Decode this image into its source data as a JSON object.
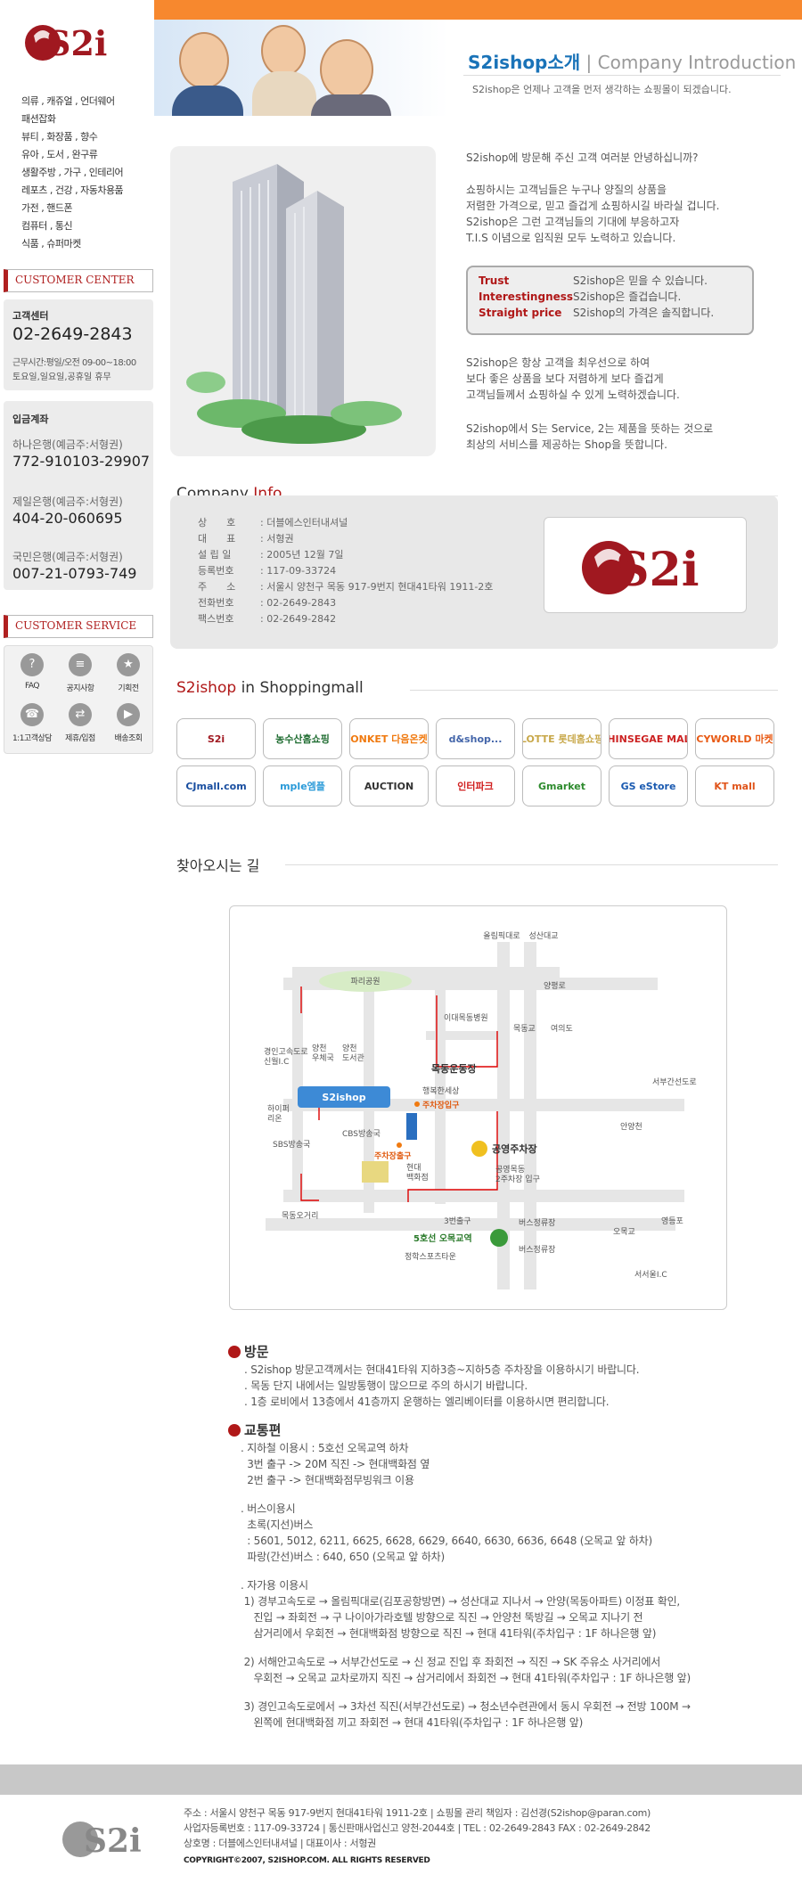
{
  "sidebar": {
    "categories": [
      "의류 , 캐쥬얼 , 언더웨어",
      "패션잡화",
      "뷰티 , 화장품 , 향수",
      "유아 , 도서 , 완구류",
      "생활주방 , 가구 , 인테리어",
      "레포츠 , 건강 , 자동차용품",
      "가전 , 핸드폰",
      "컴퓨터 , 통신",
      "식품 , 슈퍼마켓"
    ],
    "customer_center": {
      "header": "CUSTOMER CENTER",
      "label": "고객센터",
      "phone": "02-2649-2843",
      "hours1": "근무시간:평일/오전 09-00~18:00",
      "hours2": "토요일,일요일,공휴일 휴무"
    },
    "deposit": {
      "label": "입금계좌",
      "banks": [
        {
          "name": "하나은행(예금주:서형권)",
          "account": "772-910103-29907"
        },
        {
          "name": "제일은행(예금주:서형권)",
          "account": "404-20-060695"
        },
        {
          "name": "국민은행(예금주:서형권)",
          "account": "007-21-0793-749"
        }
      ]
    },
    "service": {
      "header": "CUSTOMER SERVICE",
      "items": [
        {
          "label": "FAQ",
          "icon": "question-icon"
        },
        {
          "label": "공지사항",
          "icon": "notice-icon"
        },
        {
          "label": "기획전",
          "icon": "event-icon"
        },
        {
          "label": "1:1고객상담",
          "icon": "consult-icon"
        },
        {
          "label": "제휴/입점",
          "icon": "partnership-icon"
        },
        {
          "label": "배송조회",
          "icon": "delivery-icon"
        }
      ]
    }
  },
  "logo_text": "S2i",
  "page": {
    "title_a": "S2ishop소개",
    "title_sep": " | ",
    "title_b": "Company Introduction",
    "subtitle": "S2ishop은 언제나 고객을 먼저 생각하는 쇼핑몰이 되겠습니다."
  },
  "intro": {
    "greeting": "S2ishop에 방문해 주신 고객 여러분 안녕하십니까?",
    "para1": [
      "쇼핑하시는 고객님들은 누구나 양질의 상품을",
      "저렴한 가격으로, 믿고 즐겁게 쇼핑하시길 바라실 겁니다.",
      "S2ishop은 그런 고객님들의 기대에 부응하고자",
      "T.I.S 이념으로 임직원 모두 노력하고 있습니다."
    ],
    "tis": [
      {
        "k": "Trust",
        "v": "S2ishop은 믿을 수 있습니다."
      },
      {
        "k": "Interestingness",
        "v": "S2ishop은 즐겁습니다."
      },
      {
        "k": "Straight price",
        "v": "S2ishop의 가격은 솔직합니다."
      }
    ],
    "para2": [
      "S2ishop은 항상 고객을 최우선으로 하여",
      "보다 좋은 상품을 보다 저렴하게 보다 즐겁게",
      "고객님들께서 쇼핑하실 수 있게 노력하겠습니다."
    ],
    "para3": [
      "S2ishop에서 S는 Service, 2는 제품을 뜻하는 것으로",
      "최상의 서비스를 제공하는 Shop을 뜻합니다."
    ]
  },
  "company": {
    "title_a": "Company",
    "title_b": "Info",
    "rows": [
      {
        "k": "상　　호",
        "v": "더블에스인터내셔널"
      },
      {
        "k": "대　　표",
        "v": "서형권"
      },
      {
        "k": "설 립 일",
        "v": "2005년 12월 7일"
      },
      {
        "k": "등록번호",
        "v": "117-09-33724"
      },
      {
        "k": "주　　소",
        "v": "서울시 양천구 목동 917-9번지 현대41타워 1911-2호"
      },
      {
        "k": "전화번호",
        "v": "02-2649-2843"
      },
      {
        "k": "팩스번호",
        "v": "02-2649-2842"
      }
    ]
  },
  "mall_section": {
    "title_a": "S2ishop",
    "title_b": "in",
    "title_c": "Shoppingmall"
  },
  "malls": [
    {
      "label": "S2i",
      "color": "#a01820"
    },
    {
      "label": "농수산홈쇼핑",
      "color": "#1d6b2f"
    },
    {
      "label": "ONKET 다음온켓",
      "color": "#f07a10"
    },
    {
      "label": "d&shop...",
      "color": "#4466aa"
    },
    {
      "label": "LOTTE 롯데홈쇼핑",
      "color": "#c8a84a"
    },
    {
      "label": "SHINSEGAE MALL",
      "color": "#cc2222"
    },
    {
      "label": "CYWORLD 마켓",
      "color": "#e85a14"
    },
    {
      "label": "CJmall.com",
      "color": "#1a4fa0"
    },
    {
      "label": "mple엠플",
      "color": "#2a9ad8"
    },
    {
      "label": "AUCTION",
      "color": "#333333"
    },
    {
      "label": "인터파크",
      "color": "#d12020"
    },
    {
      "label": "Gmarket",
      "color": "#2e8b2e"
    },
    {
      "label": "GS eStore",
      "color": "#1a5ab0"
    },
    {
      "label": "KT mall",
      "color": "#e0541a"
    }
  ],
  "directions": {
    "title": "찾아오시는 길",
    "map_labels": {
      "olympic": "올림픽대로",
      "seongsan": "성산대교",
      "parigongwon": "파리공원",
      "yangpyeong": "양평로",
      "ideuk": "이대목동병원",
      "mokdonggyo": "목동교",
      "yeouido": "여의도",
      "gyeongin": "경인고속도로\n신월I.C",
      "yangcheon_office": "양천\n우체국",
      "yangcheon_lib": "양천\n도서관",
      "mokdong_stadium": "목동운동장",
      "s2ishop": "S2ishop",
      "haengbok": "행복한세상",
      "parking_in": "주차장입구",
      "hyperion": "하이퍼\n리온",
      "cbs": "CBS방송국",
      "sbs": "SBS방송국",
      "parking_out": "주차장출구",
      "hyundai": "현대\n백화점",
      "public_parking": "공영주차장",
      "public_parking2": "공영목동\n2주차장 입구",
      "seobu": "서부간선도로",
      "anyang": "안양천",
      "mokdong_ohgori": "목동오거리",
      "exit3": "3번출구",
      "station": "5호선 오목교역",
      "bus1": "버스정류장",
      "bus2": "버스정류장",
      "omokgyo": "오목교",
      "yeongdeungpo": "영등포",
      "jeonghak": "정학스포츠타운",
      "seoul_ic": "서서울I.C"
    }
  },
  "visit": {
    "head": "방문",
    "lines": [
      ". S2ishop 방문고객께서는 현대41타워 지하3층~지하5층 주차장을 이용하시기 바랍니다.",
      ". 목동 단지 내에서는 일방통행이 많으므로 주의 하시기 바랍니다.",
      ". 1층 로비에서 13층에서 41층까지 운행하는 엘리베이터를 이용하시면 편리합니다."
    ]
  },
  "traffic": {
    "head": "교통편",
    "lines": [
      ". 지하철 이용시 : 5호선 오목교역 하차",
      "  3번 출구 -> 20M 직진 -> 현대백화점 옆",
      "  2번 출구 -> 현대백화점무빙워크 이용",
      "",
      ". 버스이용시",
      "  초록(지선)버스",
      "  : 5601, 5012, 6211, 6625, 6628, 6629, 6640, 6630, 6636, 6648 (오목교 앞 하차)",
      "  파랑(간선)버스 : 640, 650 (오목교 앞 하차)",
      "",
      ". 자가용 이용시",
      " 1) 경부고속도로 → 올림픽대로(김포공항방면) → 성산대교 지나서 → 안양(목동아파트) 이정표 확인,",
      "    진입 → 좌회전 → 구 나이아가라호텔 방향으로 직진 → 안양천 뚝방길 → 오목교 지나기 전",
      "    삼거리에서 우회전 → 현대백화점 방향으로 직진 → 현대 41타워(주차입구 : 1F 하나은행 앞)",
      "",
      " 2) 서해안고속도로 → 서부간선도로 → 신 정교 진입 후 좌회전 → 직진 → SK 주유소 사거리에서",
      "    우회전 → 오목교 교차로까지 직진 → 삼거리에서 좌회전 → 현대 41타워(주차입구 : 1F 하나은행 앞)",
      "",
      " 3) 경인고속도로에서 → 3차선 직진(서부간선도로) → 청소년수련관에서 동시 우회전 → 전방 100M →",
      "    왼쪽에 현대백화점 끼고 좌회전 → 현대 41타워(주차입구 : 1F 하나은행 앞)"
    ]
  },
  "footer": {
    "line1": "주소 : 서울시 양천구 목동 917-9번지 현대41타워 1911-2호 | 쇼핑몰 관리 책임자 : 김선경(S2ishop@paran.com)",
    "line2": "사업자등록번호 : 117-09-33724 | 통신판매사업신고 양천-2044호 | TEL : 02-2649-2843  FAX : 02-2649-2842",
    "line3": "상호명 : 더블에스인터내셔널 | 대표이사 : 서형권",
    "copyright": "COPYRIGHT©2007, S2ISHOP.COM. ALL RIGHTS RESERVED"
  },
  "colors": {
    "accent": "#f7882e",
    "brand": "#a01820",
    "blue": "#1a73b8"
  }
}
